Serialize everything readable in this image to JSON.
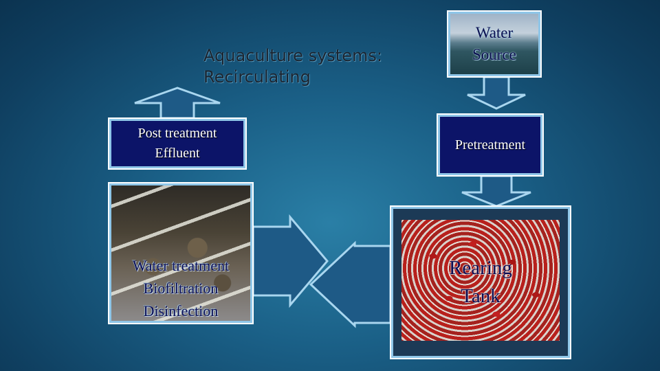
{
  "title": {
    "line1": "Aquaculture systems:",
    "line2": "Recirculating"
  },
  "nodes": {
    "water_source": {
      "line1": "Water",
      "line2": "Source"
    },
    "pretreatment": {
      "label": "Pretreatment"
    },
    "rearing_tank": {
      "line1": "Rearing",
      "line2": "Tank"
    },
    "water_treatment": {
      "line1": "Water treatment",
      "line2": "Biofiltration",
      "line3": "Disinfection"
    },
    "post_treatment": {
      "line1": "Post treatment",
      "line2": "Effluent"
    }
  },
  "colors": {
    "box_fill": "#0c1468",
    "box_border": "#8fc6e8",
    "arrow_fill": "#1e5a86",
    "arrow_stroke": "#a9d6ef"
  }
}
